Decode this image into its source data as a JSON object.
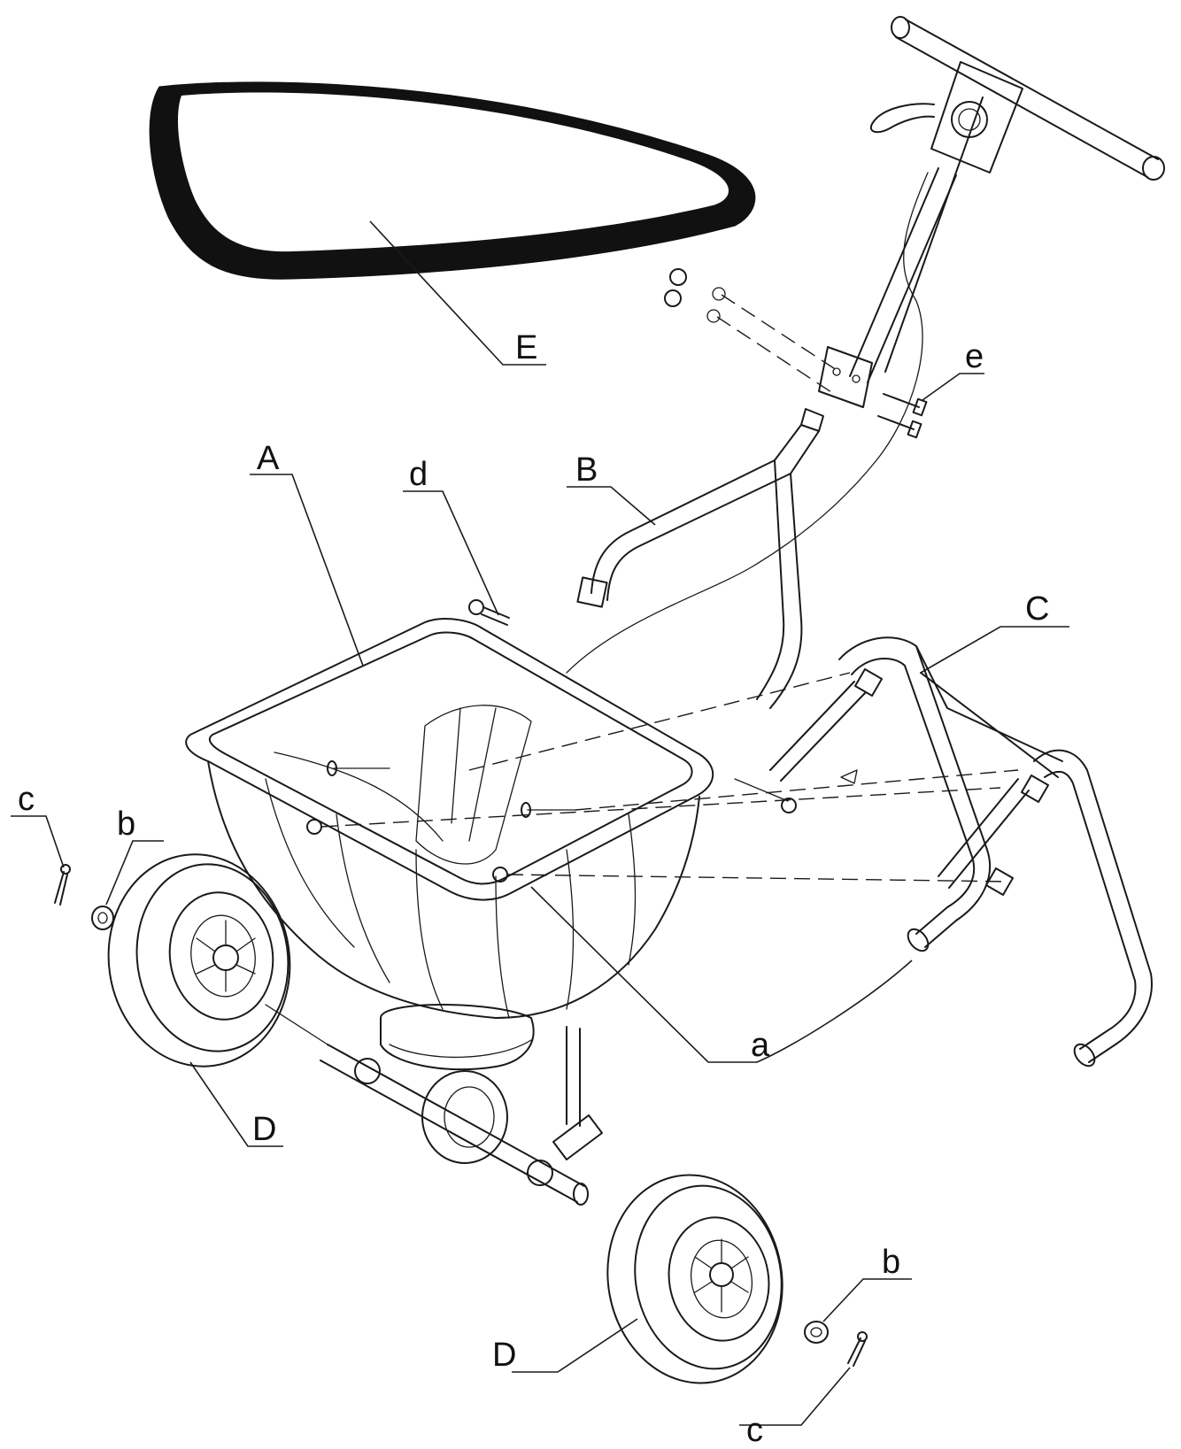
{
  "labels": {
    "E": "E",
    "A": "A",
    "B": "B",
    "C": "C",
    "d": "d",
    "e": "e",
    "a": "a",
    "c_left": "c",
    "b_left": "b",
    "D_left": "D",
    "D_right": "D",
    "b_right": "b",
    "c_right": "c"
  },
  "colors": {
    "line": "#1a1a1a",
    "background": "#ffffff"
  }
}
